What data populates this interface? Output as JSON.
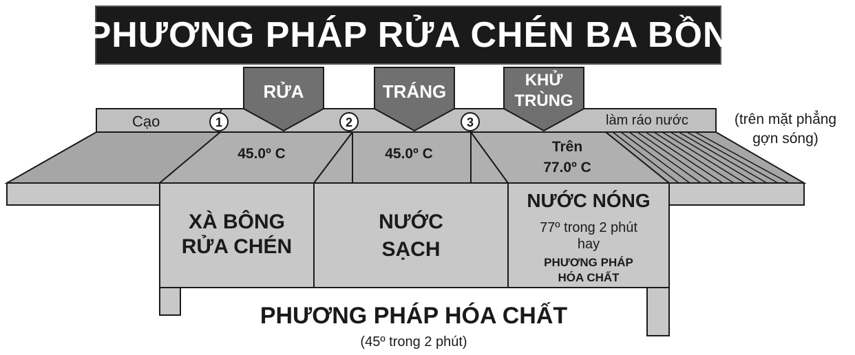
{
  "title": "PHƯƠNG PHÁP RỬA CHÉN BA BỒN",
  "steps": {
    "wash": "RỬA",
    "rinse": "TRÁNG",
    "sanitize_line1": "KHỬ",
    "sanitize_line2": "TRÙNG"
  },
  "board": {
    "scrape": "Cạo",
    "drain": "làm ráo nước",
    "drain_note_line1": "(trên mặt phẳng",
    "drain_note_line2": "gợn sóng)"
  },
  "markers": [
    "1",
    "2",
    "3"
  ],
  "temps": {
    "sink1": "45.0º C",
    "sink2": "45.0º C",
    "sink3_line1": "Trên",
    "sink3_line2": "77.0º C"
  },
  "sinks": {
    "sink1_line1": "XÀ BÔNG",
    "sink1_line2": "RỬA CHÉN",
    "sink2_line1": "NƯỚC",
    "sink2_line2": "SẠCH",
    "sink3_title": "NƯỚC NÓNG",
    "sink3_line1": "77º trong 2 phút",
    "sink3_line2": "hay",
    "sink3_line3": "PHƯƠNG PHÁP",
    "sink3_line4": "HÓA CHẤT"
  },
  "footer": {
    "title": "PHƯƠNG PHÁP HÓA CHẤT",
    "subtitle": "(45º trong 2 phút)"
  },
  "colors": {
    "title_bg": "#1a1a1a",
    "arrow_fill": "#707070",
    "surface": "#b8b8b8",
    "surface_dark": "#a2a2a2",
    "front": "#c8c8c8"
  }
}
